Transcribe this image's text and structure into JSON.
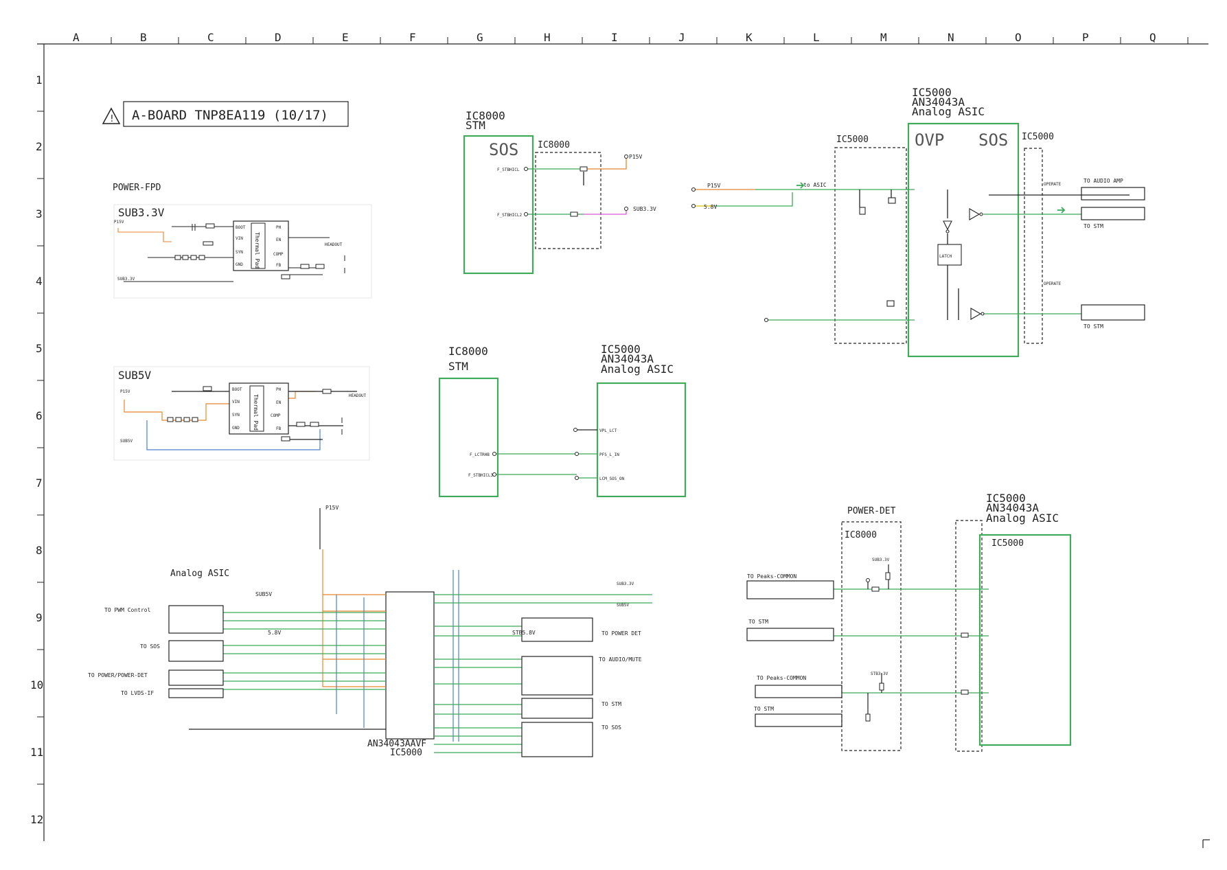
{
  "sheet": {
    "title": "A-BOARD TNP8EA119 (10/17)",
    "col_letters": [
      "A",
      "B",
      "C",
      "D",
      "E",
      "F",
      "G",
      "H",
      "I",
      "J",
      "K",
      "L",
      "M",
      "N",
      "O",
      "P",
      "Q"
    ],
    "row_numbers": [
      "1",
      "2",
      "3",
      "4",
      "5",
      "6",
      "7",
      "8",
      "9",
      "10",
      "11",
      "12"
    ]
  },
  "power_fpd": {
    "heading": "POWER-FPD",
    "sub33": "SUB3.3V",
    "sub5": "SUB5V",
    "pad_text": "Thermal Pad",
    "ic_a_pins_left": [
      "BOOT",
      "VIN",
      "SYN",
      "GND"
    ],
    "ic_a_pins_right": [
      "PH",
      "EN",
      "COMP",
      "FB"
    ],
    "ic_b_pins_left": [
      "BOOT",
      "VIN",
      "SYN",
      "GND"
    ],
    "ic_b_pins_right": [
      "PH",
      "EN",
      "COMP",
      "FB"
    ],
    "p15v": "P15V",
    "sub5v_net": "SUB5V",
    "sub33_net": "SUB3.3V",
    "headout": "HEADOUT"
  },
  "stm_block": {
    "ic": "IC8000",
    "name": "STM",
    "core": "SOS",
    "dash_label": "IC8000",
    "out_p15v": "P15V",
    "out_sub33": "SUB3.3V",
    "sig1": "F_STBHICL",
    "sig2": "F_STBHICL2"
  },
  "ovp_block": {
    "ic": "IC5000",
    "part": "AN34043A",
    "name": "Analog ASIC",
    "ovp": "OVP",
    "sos": "SOS",
    "dash_left": "IC5000",
    "dash_right": "IC5000",
    "to_asic": "to ASIC",
    "p15v": "P15V",
    "v58": "5.8V",
    "latch": "LATCH",
    "to_audio_amp": "TO AUDIO AMP",
    "to_stm_1": "TO STM",
    "to_stm_2": "TO STM",
    "operate": "OPERATE"
  },
  "mid_block": {
    "left_ic": "IC8000",
    "left_name": "STM",
    "right_ic": "IC5000",
    "right_part": "AN34043A",
    "right_name": "Analog ASIC",
    "pins_left": [
      "F_LCTRHB",
      "F_STBHICL3"
    ],
    "pins_right": [
      "VPL_LCT",
      "PFS_L_IN",
      "LCM_SOS_ON"
    ]
  },
  "asic_block": {
    "title": "Analog ASIC",
    "part": "AN34043AAVF",
    "ic": "IC5000",
    "to_pwm": "TO PWM Control",
    "to_sos": "TO SOS",
    "to_power_det": "TO POWER/POWER-DET",
    "to_lvds": "TO LVDS-IF",
    "p15v": "P15V",
    "sub5v": "SUB5V",
    "v58": "5.8V",
    "stb58v": "STB5.8V",
    "r_power_det": "TO POWER DET",
    "r_audio_mute": "TO AUDIO/MUTE",
    "r_stm": "TO STM",
    "r_sos": "TO SOS",
    "sub33v": "SUB3.3V",
    "sub5v_b": "SUB5V"
  },
  "powerdet_block": {
    "heading": "POWER-DET",
    "dash_ic": "IC8000",
    "ic": "IC5000",
    "part": "AN34043A",
    "name": "Analog ASIC",
    "inner_ic": "IC5000",
    "to_peaks_1": "TO Peaks-COMMON",
    "to_stm_1": "TO STM",
    "to_peaks_2": "TO Peaks-COMMON",
    "to_stm_2": "TO STM",
    "sub33v": "SUB3.3V",
    "sub33v_2": "STB3.3V"
  },
  "colors": {
    "wire_green": "#3aa858",
    "wire_orange": "#e8852c",
    "wire_blue": "#4b7fd1",
    "wire_magenta": "#d45ad4",
    "wire_yellow": "#d8c400",
    "ink": "#222222",
    "box_green": "#3faa5a"
  }
}
